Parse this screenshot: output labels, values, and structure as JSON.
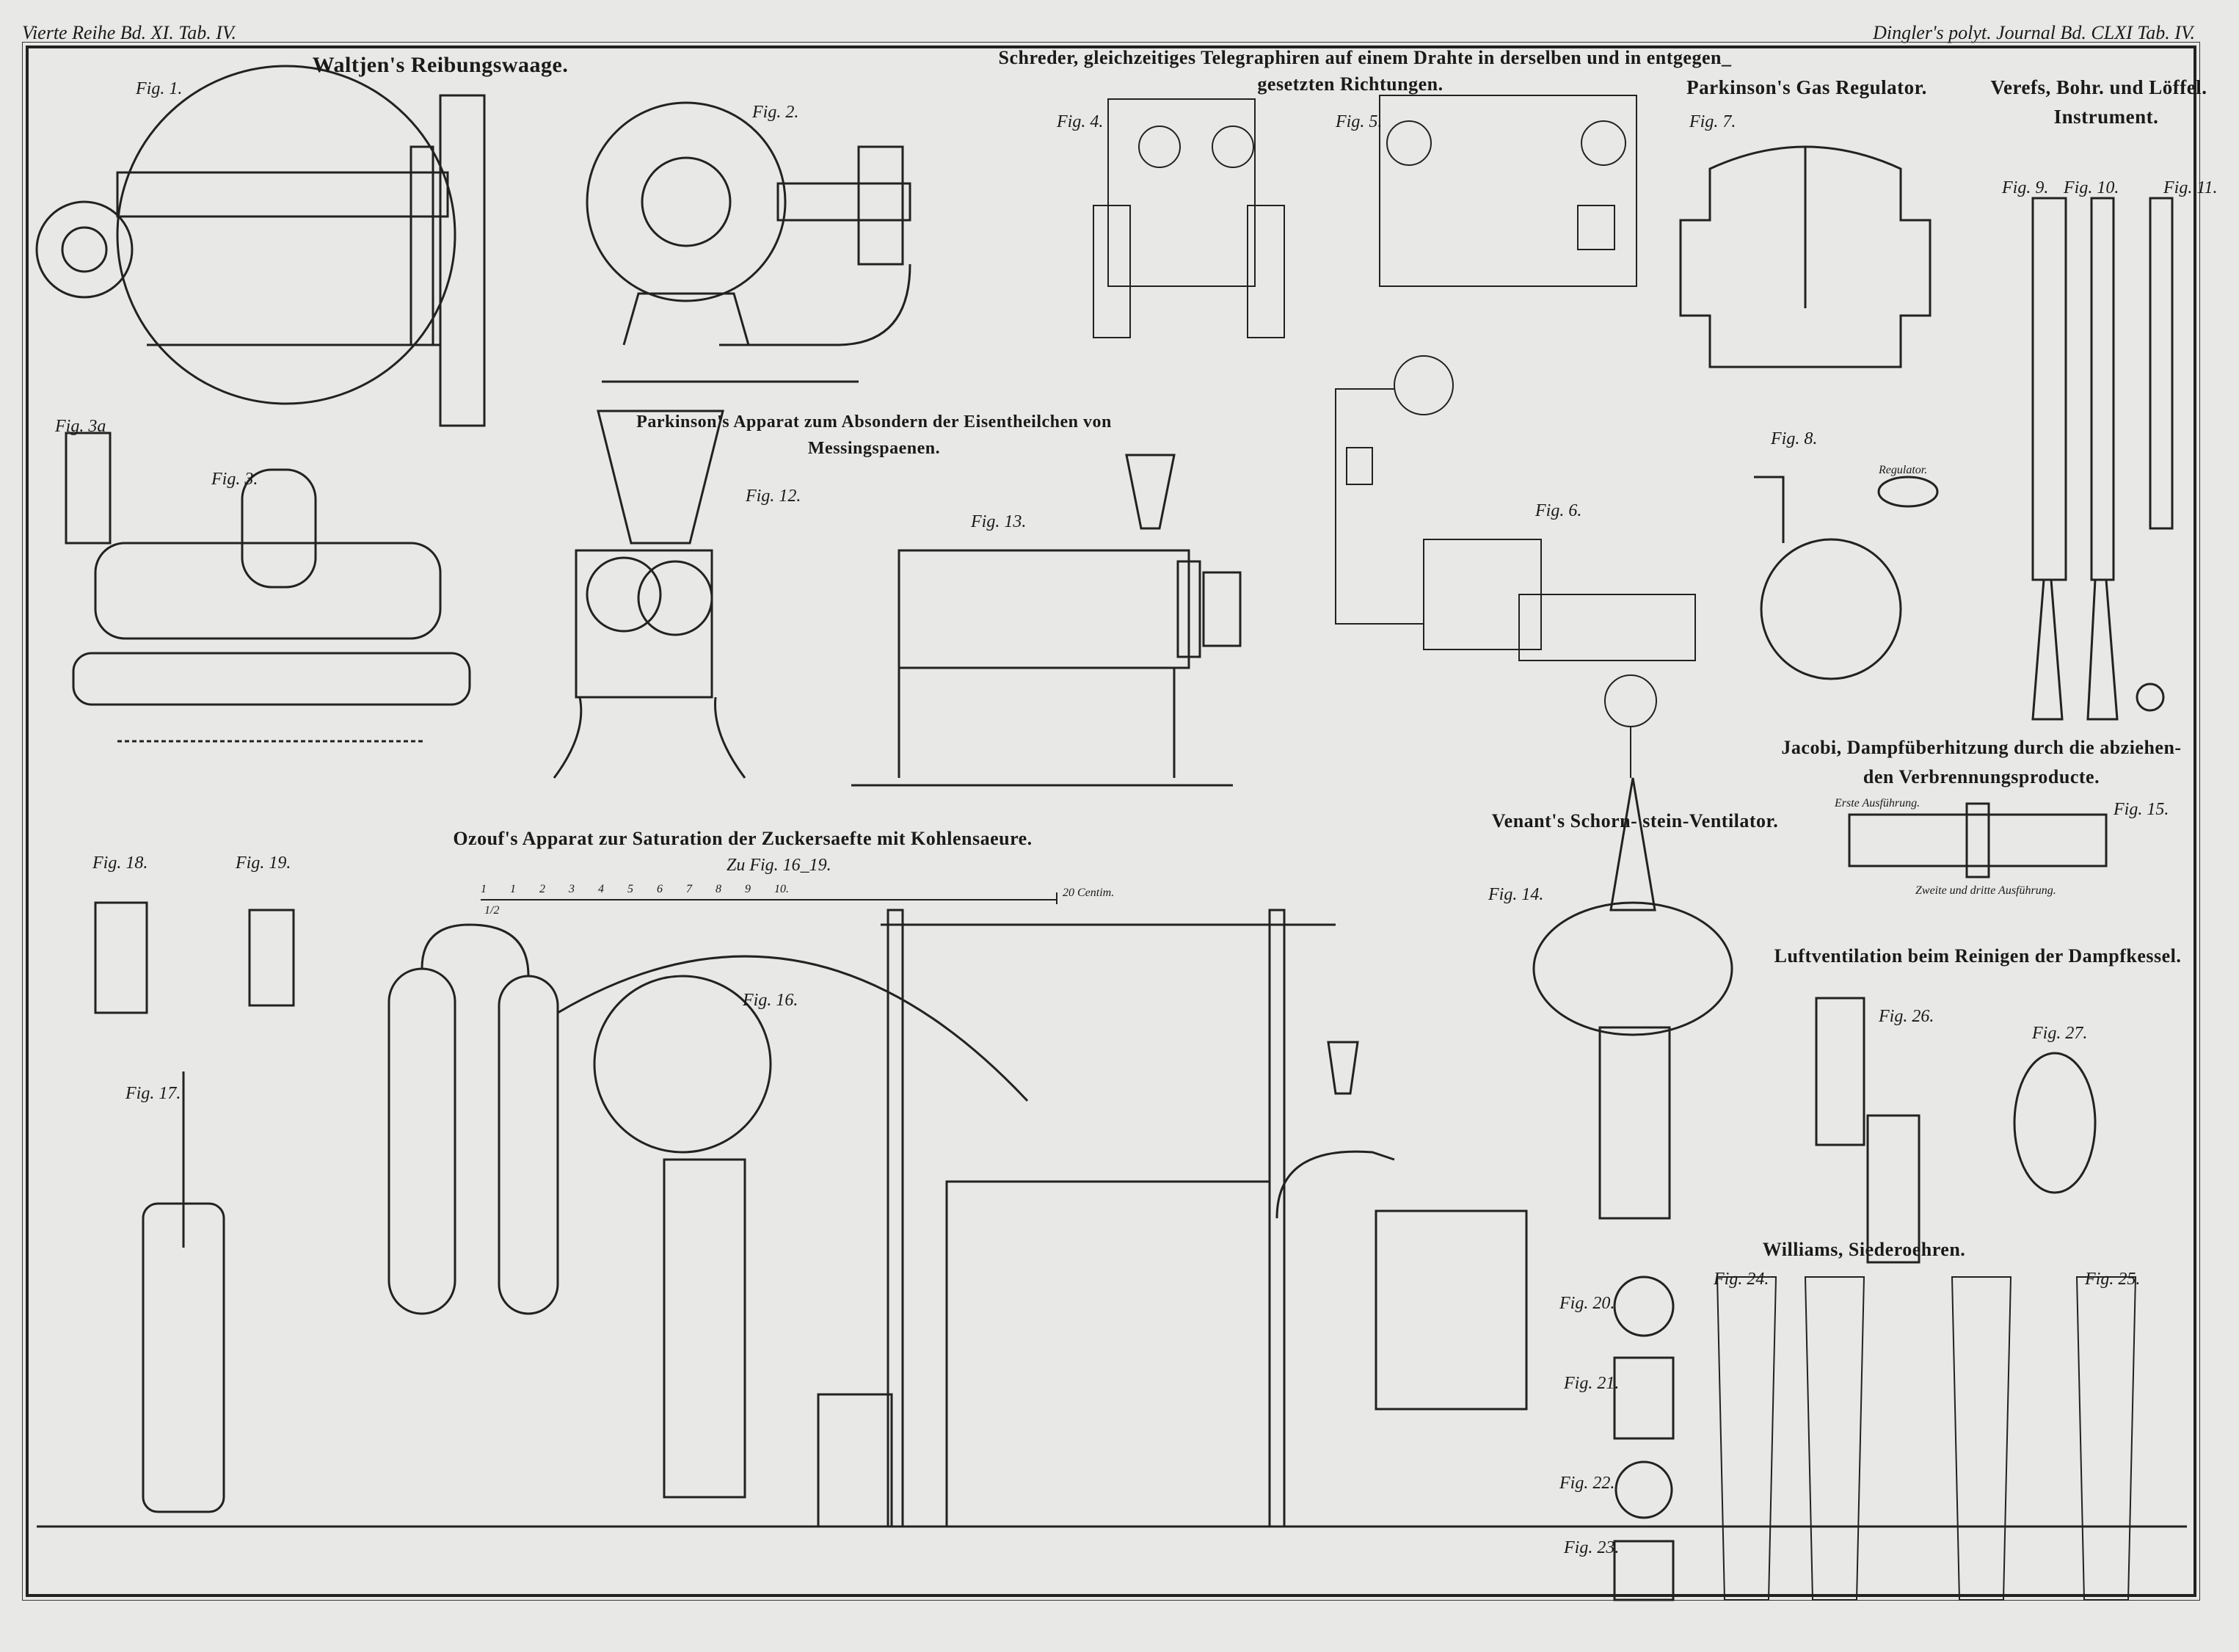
{
  "header": {
    "left": "Vierte Reihe Bd. XI. Tab. IV.",
    "right": "Dingler's polyt. Journal Bd. CLXI Tab. IV."
  },
  "titles": {
    "waltjen": "Waltjen's Reibungswaage.",
    "schreder_1": "Schreder, gleichzeitiges Telegraphiren auf einem Drahte in derselben und in entgegen_",
    "schreder_2": "gesetzten Richtungen.",
    "parkinson_gas": "Parkinson's Gas Regulator.",
    "veress_1": "Verefs, Bohr. und Löffel.",
    "veress_2": "Instrument.",
    "parkinson_app_1": "Parkinson's Apparat zum Absondern der Eisentheilchen von",
    "parkinson_app_2": "Messingspaenen.",
    "ozouf": "Ozouf's Apparat zur Saturation der Zuckersaefte mit Kohlensaeure.",
    "venant": "Venant's Schorn- stein-Ventilator.",
    "jacobi_1": "Jacobi, Dampfüberhitzung durch die abziehen-",
    "jacobi_2": "den Verbrennungsproducte.",
    "luftventilation": "Luftventilation beim Reinigen der Dampfkessel.",
    "williams": "Williams, Siederoehren."
  },
  "scale": {
    "caption": "Zu Fig. 16_19.",
    "ticks": [
      "1",
      "1",
      "2",
      "3",
      "4",
      "5",
      "6",
      "7",
      "8",
      "9",
      "10."
    ],
    "half": "1/2",
    "end": "20 Centim."
  },
  "fig15_notes": {
    "top": "Erste Ausführung.",
    "bottom": "Zweite und dritte Ausführung."
  },
  "fig8_note": "Regulator.",
  "figures": [
    {
      "id": "fig1",
      "label": "Fig. 1."
    },
    {
      "id": "fig2",
      "label": "Fig. 2."
    },
    {
      "id": "fig3",
      "label": "Fig. 3."
    },
    {
      "id": "fig3a",
      "label": "Fig. 3a"
    },
    {
      "id": "fig4",
      "label": "Fig. 4."
    },
    {
      "id": "fig5",
      "label": "Fig. 5."
    },
    {
      "id": "fig6",
      "label": "Fig. 6."
    },
    {
      "id": "fig7",
      "label": "Fig. 7."
    },
    {
      "id": "fig8",
      "label": "Fig. 8."
    },
    {
      "id": "fig9",
      "label": "Fig. 9."
    },
    {
      "id": "fig10",
      "label": "Fig. 10."
    },
    {
      "id": "fig11",
      "label": "Fig. 11."
    },
    {
      "id": "fig12",
      "label": "Fig. 12."
    },
    {
      "id": "fig13",
      "label": "Fig. 13."
    },
    {
      "id": "fig14",
      "label": "Fig. 14."
    },
    {
      "id": "fig15",
      "label": "Fig. 15."
    },
    {
      "id": "fig16",
      "label": "Fig. 16."
    },
    {
      "id": "fig17",
      "label": "Fig. 17."
    },
    {
      "id": "fig18",
      "label": "Fig. 18."
    },
    {
      "id": "fig19",
      "label": "Fig. 19."
    },
    {
      "id": "fig20",
      "label": "Fig. 20."
    },
    {
      "id": "fig21",
      "label": "Fig. 21."
    },
    {
      "id": "fig22",
      "label": "Fig. 22."
    },
    {
      "id": "fig23",
      "label": "Fig. 23."
    },
    {
      "id": "fig24",
      "label": "Fig. 24."
    },
    {
      "id": "fig25",
      "label": "Fig. 25."
    },
    {
      "id": "fig26",
      "label": "Fig. 26."
    },
    {
      "id": "fig27",
      "label": "Fig. 27."
    }
  ],
  "colors": {
    "paper": "#e8e8e6",
    "ink": "#1a1a1a"
  }
}
